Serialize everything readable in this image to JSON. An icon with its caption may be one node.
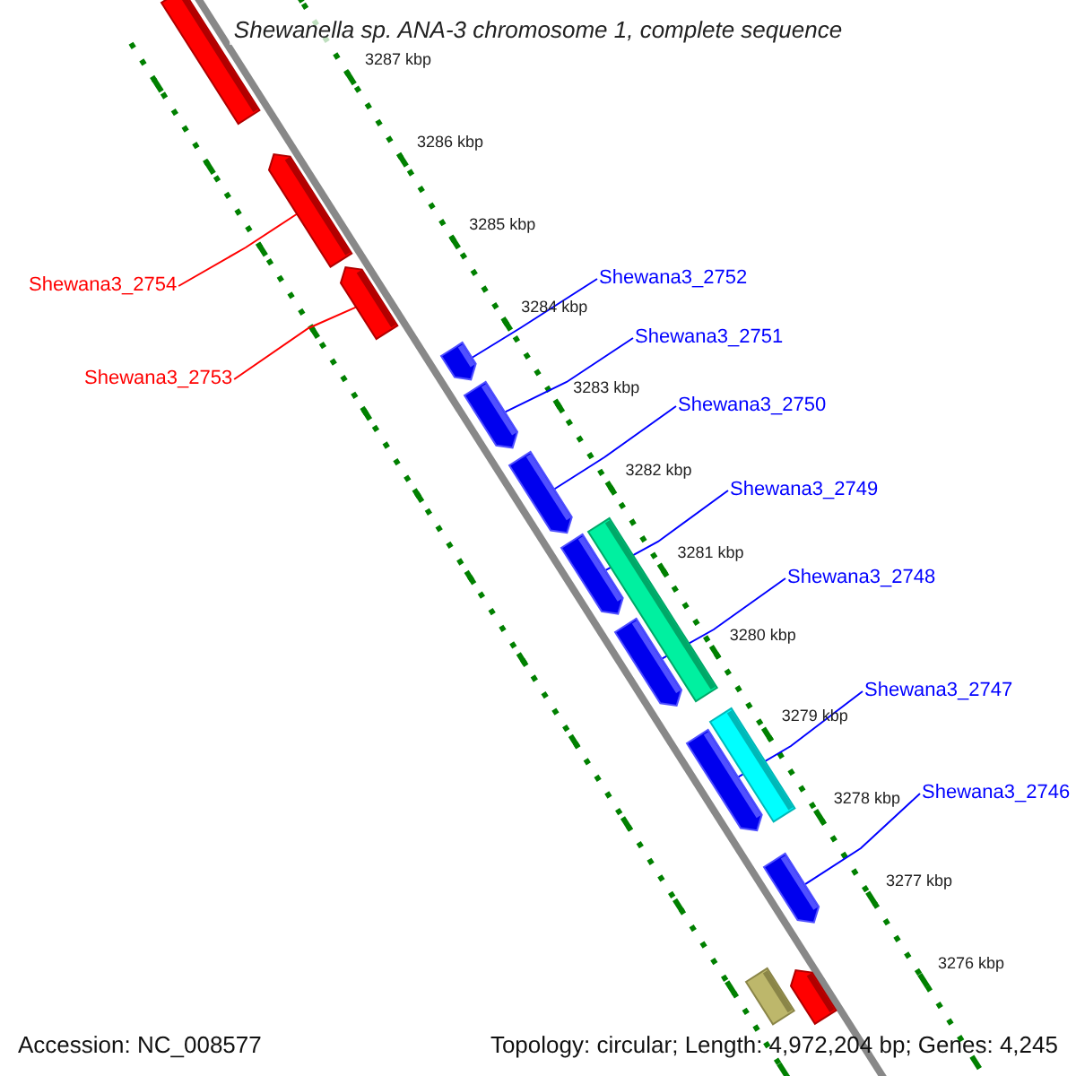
{
  "diagram": {
    "title": "Shewanella sp. ANA-3 chromosome 1, complete sequence",
    "nodes": [
      {
        "text": [
          "Shewana3_2754"
        ]
      },
      {
        "text": [
          "Shewana3_2753"
        ]
      },
      {
        "text": [
          "Shewana3_2752"
        ]
      },
      {
        "text": [
          "Shewana3_2751"
        ]
      },
      {
        "text": [
          "Shewana3_2750"
        ]
      },
      {
        "text": [
          "Shewana3_2749"
        ]
      },
      {
        "text": [
          "Shewana3_2748"
        ]
      },
      {
        "text": [
          "Shewana3_2747"
        ]
      },
      {
        "text": [
          "Shewana3_2746"
        ]
      },
      {
        "text": [],
        "shape": "bar"
      },
      {
        "text": [],
        "shape": "arrow"
      },
      {
        "text": [],
        "shape": "arrow"
      },
      {
        "text": [],
        "shape": "arrow"
      },
      {
        "text": [],
        "shape": "arrow"
      },
      {
        "text": [],
        "shape": "arrow"
      },
      {
        "text": [],
        "shape": "bar"
      },
      {
        "text": [],
        "shape": "arrow"
      },
      {
        "text": [],
        "shape": "arrow"
      },
      {
        "text": [],
        "shape": "bar"
      },
      {
        "text": [],
        "shape": "arrow"
      },
      {
        "text": [],
        "shape": "arrow"
      },
      {
        "text": [],
        "shape": "arrow"
      },
      {
        "text": [],
        "shape": "bar"
      }
    ],
    "edges": [
      {
        "from": 0,
        "to": 10,
        "arrow": "none",
        "color": "#ff0000"
      },
      {
        "from": 1,
        "to": 11,
        "arrow": "none",
        "color": "#ff0000"
      },
      {
        "from": 2,
        "to": 12,
        "arrow": "none"
      },
      {
        "from": 3,
        "to": 13,
        "arrow": "none"
      },
      {
        "from": 4,
        "to": 14,
        "arrow": "none"
      },
      {
        "from": 5,
        "to": 16,
        "arrow": "none"
      },
      {
        "from": 6,
        "to": 17,
        "arrow": "none"
      },
      {
        "from": 7,
        "to": 19,
        "arrow": "none"
      },
      {
        "from": 8,
        "to": 20,
        "arrow": "none"
      }
    ],
    "labels": [
      "3287 kbp",
      "3286 kbp",
      "3285 kbp",
      "3284 kbp",
      "3283 kbp",
      "3282 kbp",
      "3281 kbp",
      "3280 kbp",
      "3279 kbp",
      "3278 kbp",
      "3277 kbp",
      "3276 kbp",
      "Accession: NC_008577",
      "Topology: circular; Length: 4,972,204 bp; Genes: 4,245"
    ]
  }
}
